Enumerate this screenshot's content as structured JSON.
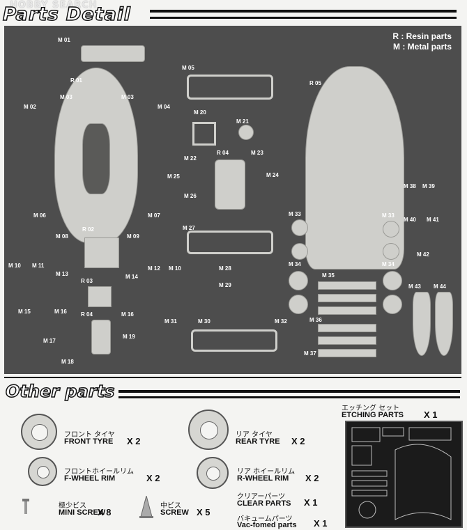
{
  "watermark": "HOBBY SEARCH",
  "header": {
    "title": "Parts Detail"
  },
  "legend": {
    "resin": "R : Resin parts",
    "metal": "M : Metal parts"
  },
  "part_labels": [
    "M 01",
    "R 01",
    "M 03",
    "M 03",
    "M 02",
    "M 04",
    "M 05",
    "R 05",
    "M 20",
    "M 21",
    "M 22",
    "R 04",
    "M 23",
    "M 24",
    "M 25",
    "M 26",
    "M 06",
    "R 02",
    "M 07",
    "M 08",
    "M 09",
    "M 27",
    "M 33",
    "M 33",
    "M 38",
    "M 39",
    "M 40",
    "M 41",
    "M 10",
    "M 11",
    "M 12",
    "M 10",
    "M 28",
    "M 13",
    "R 03",
    "M 14",
    "M 29",
    "M 34",
    "M 34",
    "M 35",
    "M 42",
    "M 43",
    "M 44",
    "M 15",
    "M 16",
    "M 16",
    "R 04",
    "M 17",
    "M 19",
    "M 18",
    "M 31",
    "M 30",
    "M 32",
    "M 36",
    "M 37"
  ],
  "other_parts": {
    "title": "Other parts",
    "front_tyre": {
      "jp": "フロント タイヤ",
      "en": "FRONT TYRE",
      "qty": "X 2"
    },
    "rear_tyre": {
      "jp": "リア タイヤ",
      "en": "REAR TYRE",
      "qty": "X 2"
    },
    "f_wheel_rim": {
      "jp": "フロントホイールリム",
      "en": "F-WHEEL RIM",
      "qty": "X 2"
    },
    "r_wheel_rim": {
      "jp": "リア ホイールリム",
      "en": "R-WHEEL RIM",
      "qty": "X 2"
    },
    "mini_screw": {
      "jp": "極少ビス",
      "en": "MINI SCREW",
      "qty": "X 8"
    },
    "screw": {
      "jp": "中ビス",
      "en": "SCREW",
      "qty": "X 5"
    },
    "clear_parts": {
      "jp": "クリアーパーツ",
      "en": "CLEAR PARTS",
      "qty": "X 1"
    },
    "vac_parts": {
      "jp": "バキュームパーツ",
      "en": "Vac-fomed parts",
      "qty": "X 1"
    },
    "etching": {
      "jp": "エッチング セット",
      "en": "ETCHING PARTS",
      "qty": "X 1"
    }
  }
}
